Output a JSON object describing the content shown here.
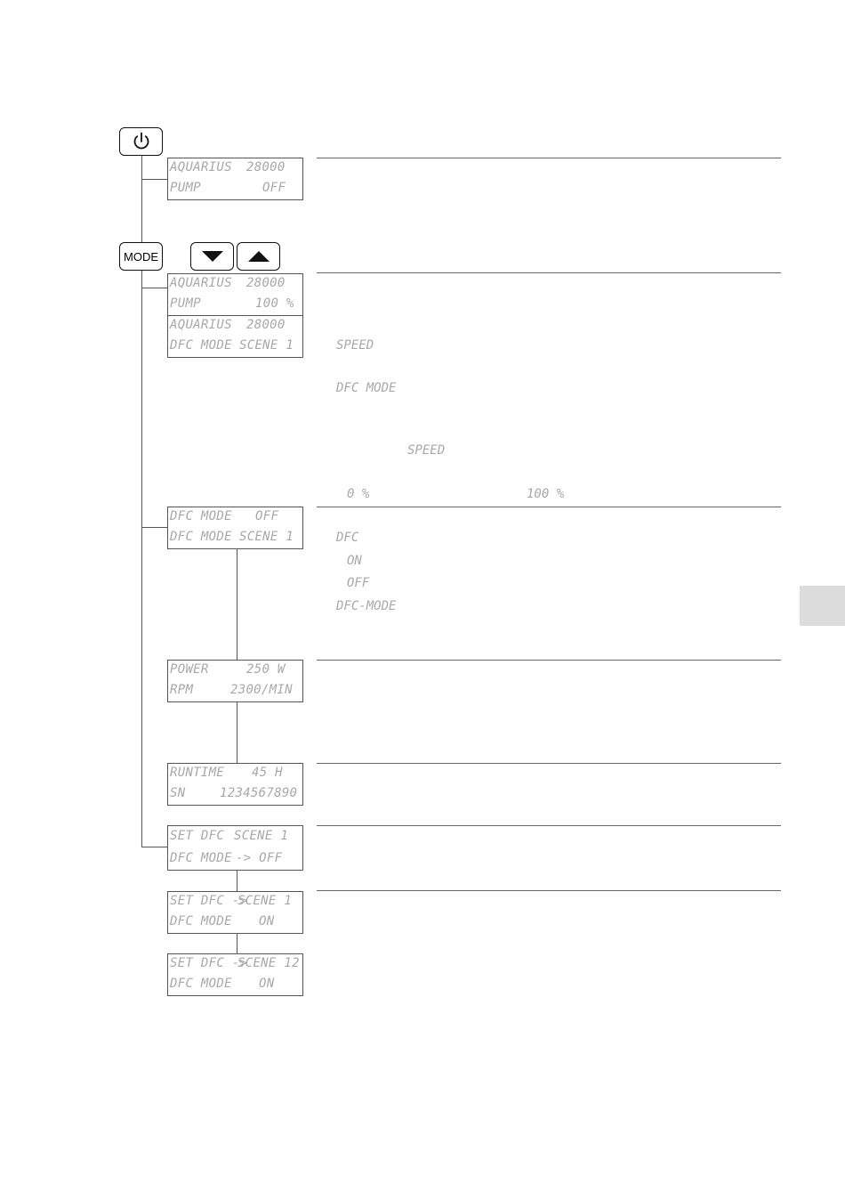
{
  "buttons": {
    "mode_label": "MODE"
  },
  "displays": [
    {
      "line1": {
        "left": "AQUARIUS",
        "right": "28000"
      },
      "line2": {
        "left": "PUMP",
        "right": "OFF"
      }
    },
    {
      "line1": {
        "left": "AQUARIUS",
        "right": "28000"
      },
      "line2": {
        "left": "PUMP",
        "right": "100 %"
      }
    },
    {
      "line1": {
        "left": "AQUARIUS",
        "right": "28000"
      },
      "line2": {
        "left": "DFC MODE",
        "right": "SCENE 1"
      }
    },
    {
      "line1": {
        "left": "DFC MODE",
        "right": "OFF"
      },
      "line2": {
        "left": "DFC MODE",
        "right": "SCENE 1"
      }
    },
    {
      "line1": {
        "left": "POWER",
        "right": "250 W"
      },
      "line2": {
        "left": "RPM",
        "right": "2300/MIN"
      }
    },
    {
      "line1": {
        "left": "RUNTIME",
        "right": "45 H"
      },
      "line2": {
        "left": "SN",
        "right": "1234567890"
      }
    },
    {
      "line1": {
        "left": "SET DFC",
        "right": "SCENE 1"
      },
      "line2": {
        "left": "DFC MODE",
        "right": "-> OFF"
      }
    },
    {
      "line1": {
        "left": "SET DFC ->",
        "right": "SCENE 1"
      },
      "line2": {
        "left": "DFC MODE",
        "right": "ON"
      }
    },
    {
      "line1": {
        "left": "SET DFC ->",
        "right": "SCENE 12"
      },
      "line2": {
        "left": "DFC MODE",
        "right": "ON"
      }
    }
  ],
  "labels": {
    "speed": "SPEED",
    "dfc_mode": "DFC MODE",
    "speed_2": "SPEED",
    "pct_min": "0 %",
    "pct_max": "100 %",
    "dfc": "DFC",
    "on": "ON",
    "off": "OFF",
    "dfc_mode_dash": "DFC-MODE"
  },
  "icons": {
    "power": "power-icon",
    "down": "triangle-down-icon",
    "up": "triangle-up-icon"
  }
}
